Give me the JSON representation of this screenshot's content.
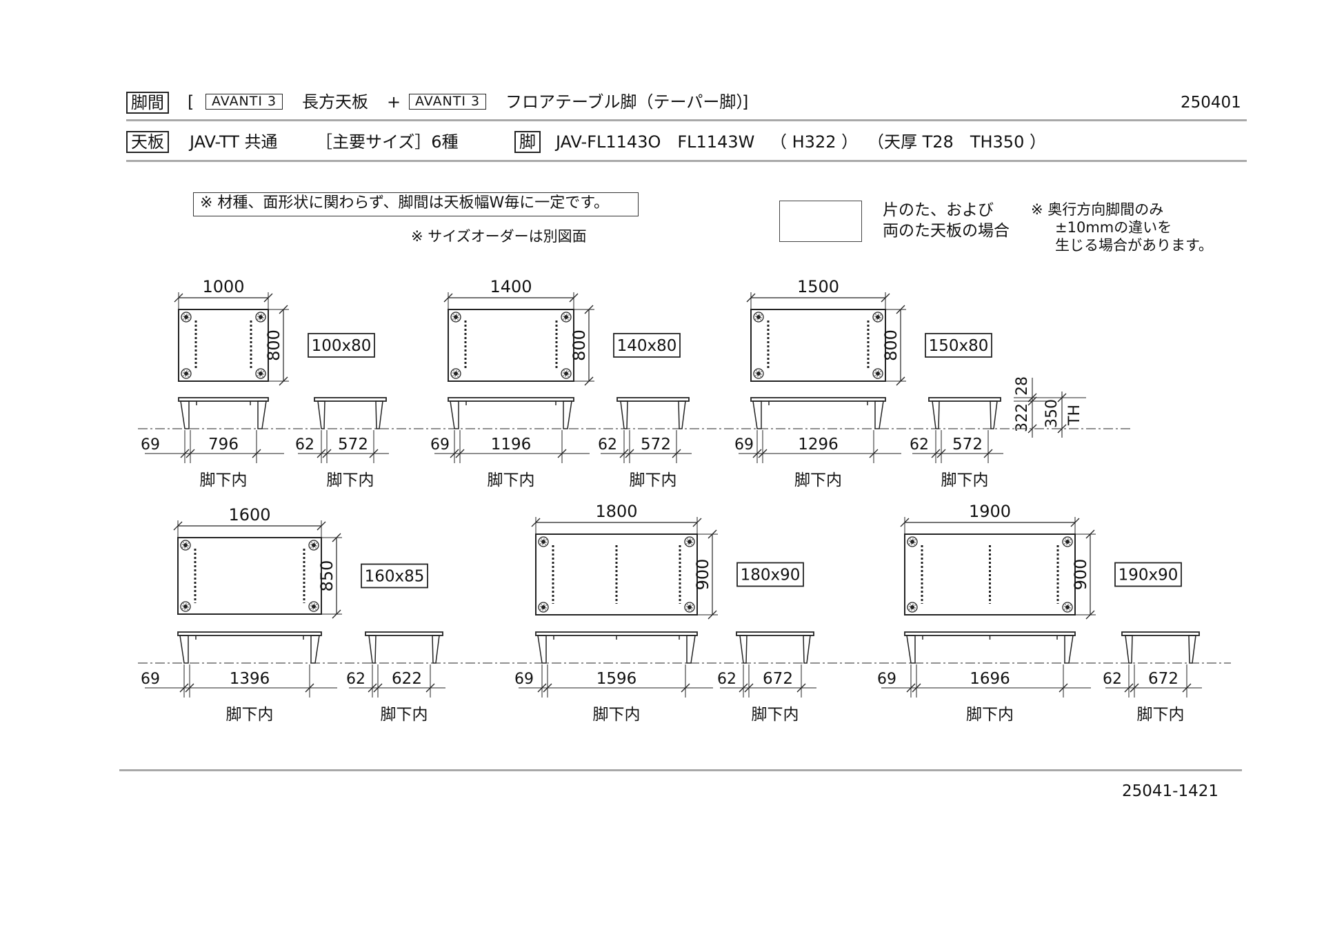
{
  "header": {
    "row1": {
      "label": "脚間",
      "bracket_open": "[",
      "series1": "AVANTI 3",
      "item1": "長方天板",
      "plus": "+",
      "series2": "AVANTI 3",
      "item2": "フロアテーブル脚（テーパー脚）",
      "bracket_close": "]",
      "code": "250401"
    },
    "row2": {
      "label": "天板",
      "spec": "JAV-TT 共通",
      "sizes": "［主要サイズ］6種",
      "leg_label": "脚",
      "leg_models": "JAV-FL1143O　FL1143W",
      "leg_height": "（ H322 ）",
      "thickness": "（天厚 T28　TH350 ）"
    }
  },
  "notes": {
    "main_note": "※ 材種、面形状に関わらず、脚間は天板幅W毎に一定です。",
    "size_order": "※ サイズオーダーは別図面",
    "edge_line1": "片のた、および",
    "edge_line2": "両のた天板の場合",
    "depth_line1": "※ 奥行方向脚間のみ",
    "depth_line2": "±10mmの違いを",
    "depth_line3": "生じる場合があります。"
  },
  "height_dims": {
    "top": "28",
    "leg": "322",
    "total": "350",
    "th": "TH"
  },
  "tables": [
    {
      "width": "1000",
      "depth": "800",
      "size": "100x80",
      "wo": "69",
      "wi": "796",
      "do": "62",
      "di": "572",
      "inner": "脚下内",
      "inner2": "脚下内",
      "supports": 0
    },
    {
      "width": "1400",
      "depth": "800",
      "size": "140x80",
      "wo": "69",
      "wi": "1196",
      "do": "62",
      "di": "572",
      "inner": "脚下内",
      "inner2": "脚下内",
      "supports": 0
    },
    {
      "width": "1500",
      "depth": "800",
      "size": "150x80",
      "wo": "69",
      "wi": "1296",
      "do": "62",
      "di": "572",
      "inner": "脚下内",
      "inner2": "脚下内",
      "supports": 0
    },
    {
      "width": "1600",
      "depth": "850",
      "size": "160x85",
      "wo": "69",
      "wi": "1396",
      "do": "62",
      "di": "622",
      "inner": "脚下内",
      "inner2": "脚下内",
      "supports": 0
    },
    {
      "width": "1800",
      "depth": "900",
      "size": "180x90",
      "wo": "69",
      "wi": "1596",
      "do": "62",
      "di": "672",
      "inner": "脚下内",
      "inner2": "脚下内",
      "supports": 1
    },
    {
      "width": "1900",
      "depth": "900",
      "size": "190x90",
      "wo": "69",
      "wi": "1696",
      "do": "62",
      "di": "672",
      "inner": "脚下内",
      "inner2": "脚下内",
      "supports": 1
    }
  ],
  "footer": {
    "code": "25041-1421"
  }
}
